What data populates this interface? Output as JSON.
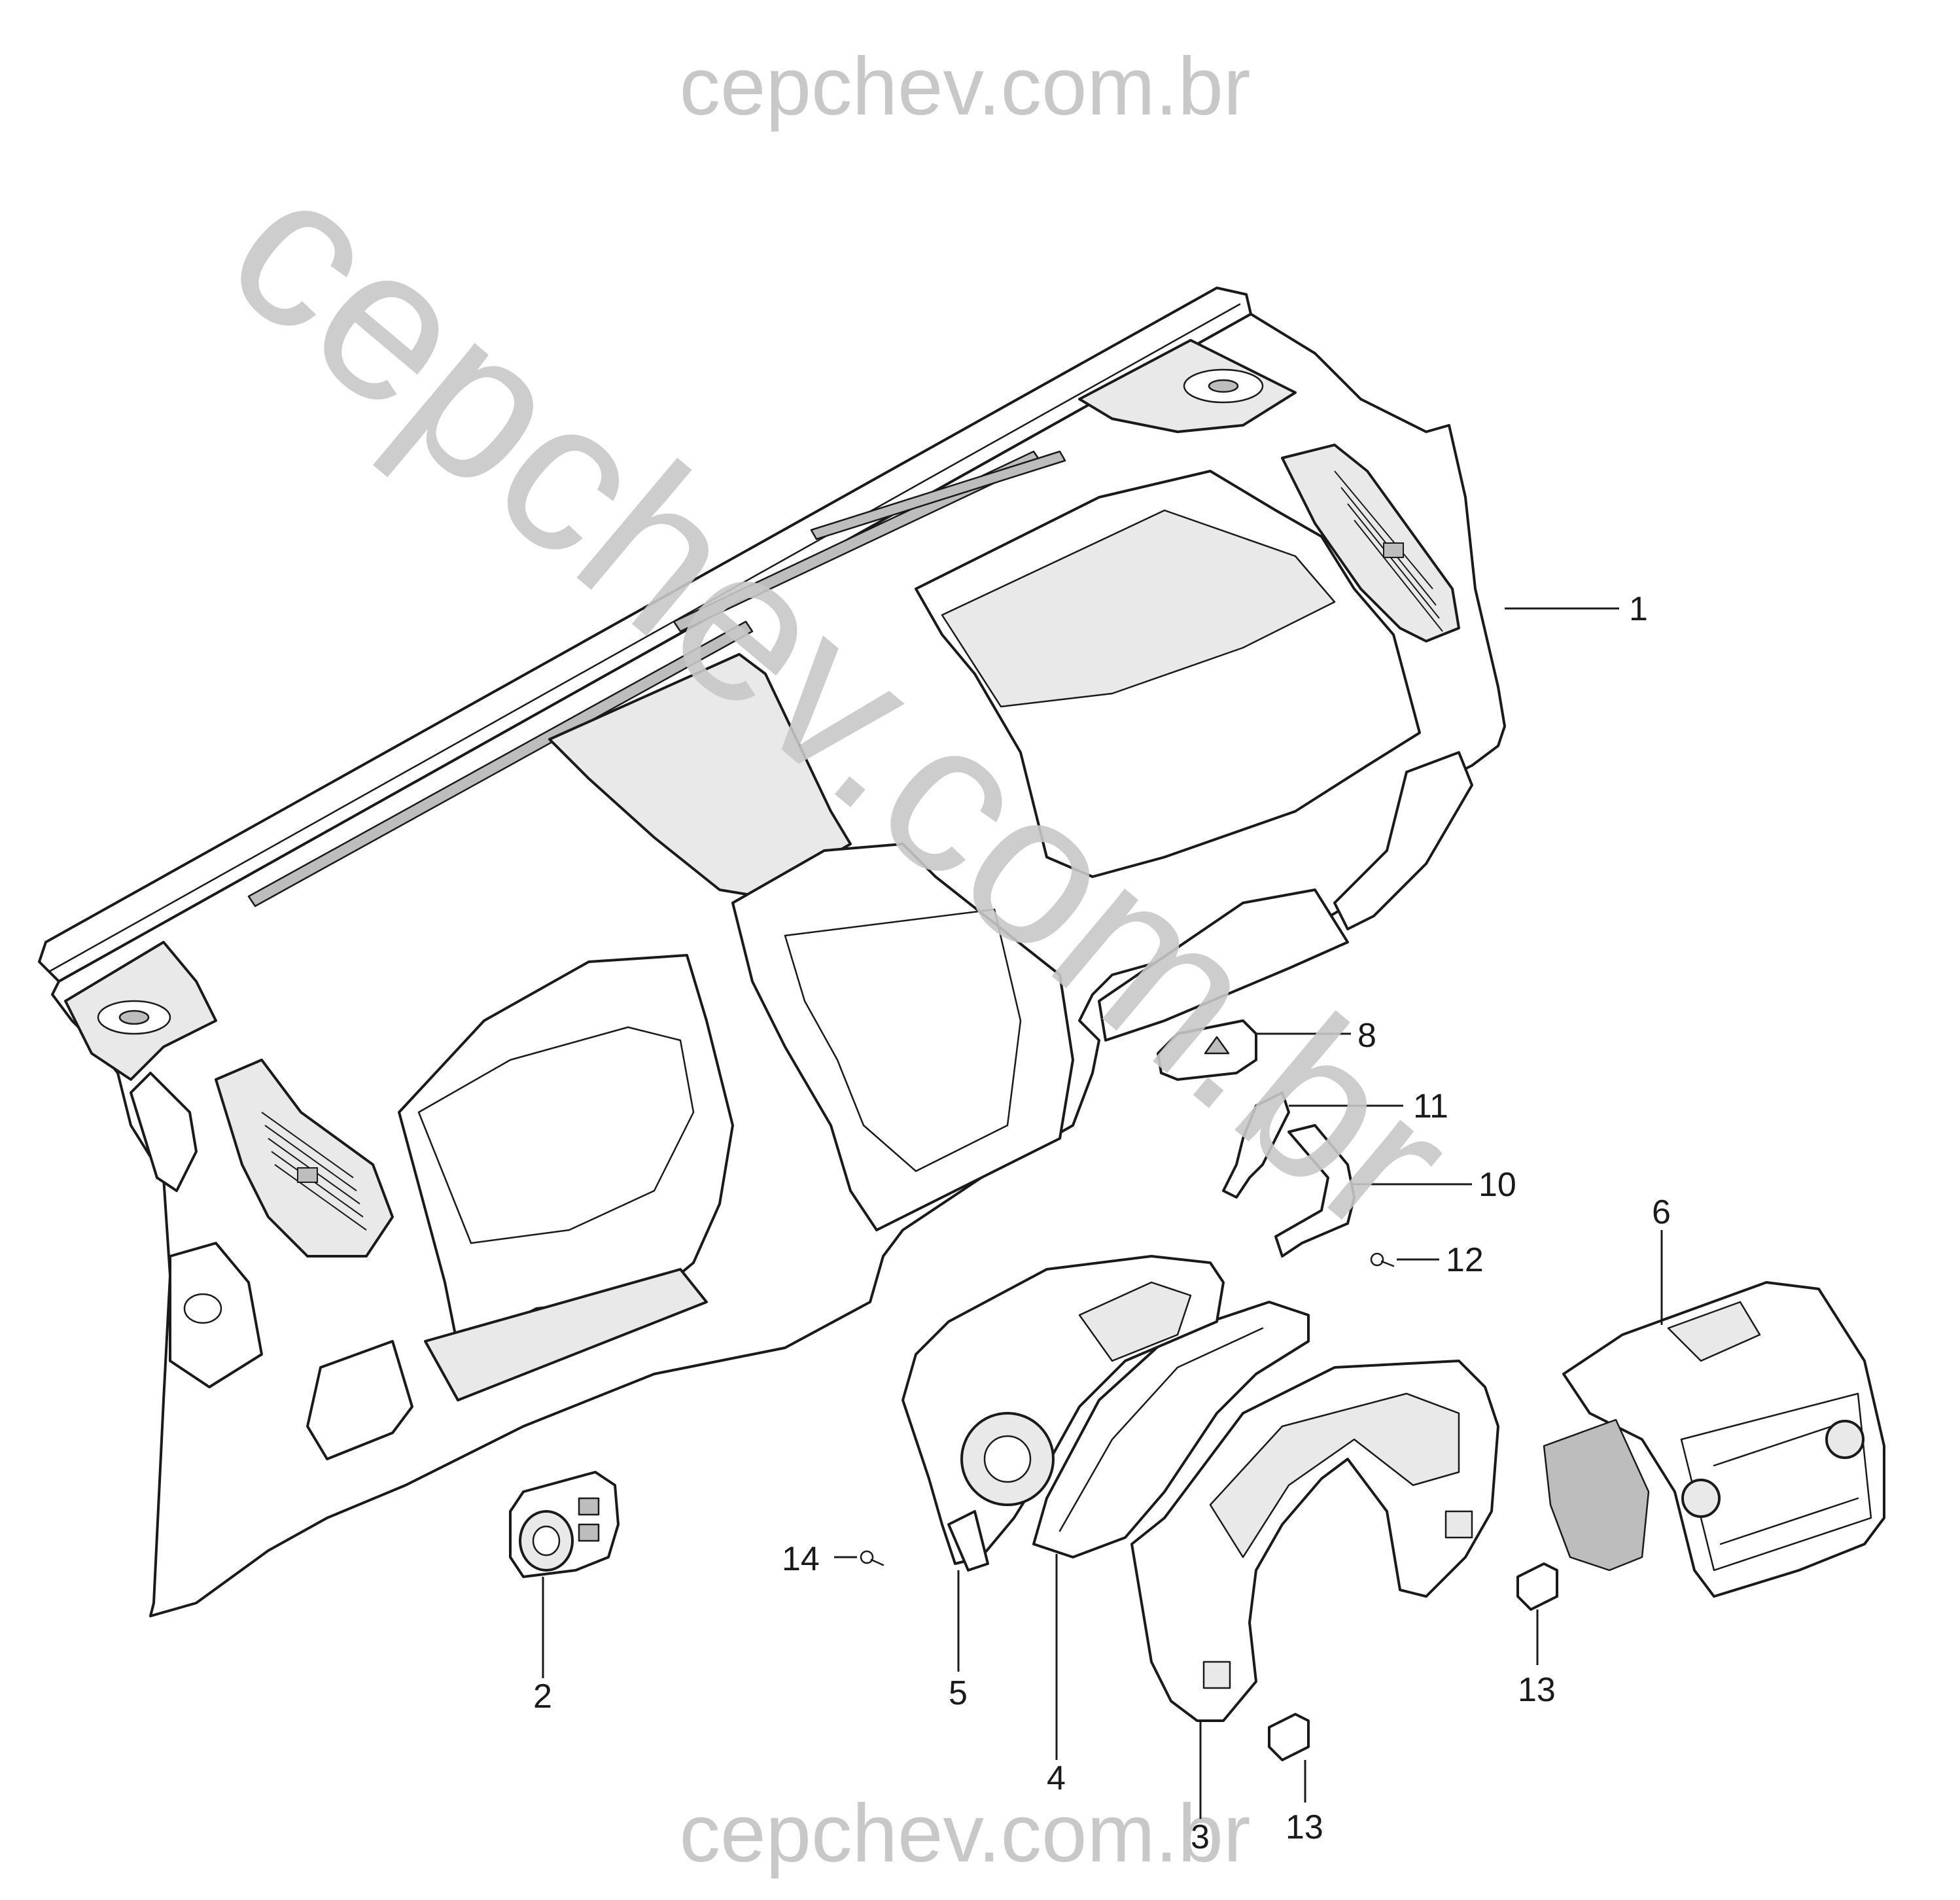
{
  "watermarks": {
    "top": "cepchev.com.br",
    "bottom": "cepchev.com.br",
    "diagonal": "cepchev.com.br"
  },
  "callouts": [
    {
      "id": "1",
      "label": "1"
    },
    {
      "id": "2",
      "label": "2"
    },
    {
      "id": "3",
      "label": "3"
    },
    {
      "id": "4",
      "label": "4"
    },
    {
      "id": "5",
      "label": "5"
    },
    {
      "id": "6",
      "label": "6"
    },
    {
      "id": "8",
      "label": "8"
    },
    {
      "id": "10",
      "label": "10"
    },
    {
      "id": "11",
      "label": "11"
    },
    {
      "id": "12",
      "label": "12"
    },
    {
      "id": "13a",
      "label": "13"
    },
    {
      "id": "13b",
      "label": "13"
    },
    {
      "id": "14",
      "label": "14"
    }
  ]
}
